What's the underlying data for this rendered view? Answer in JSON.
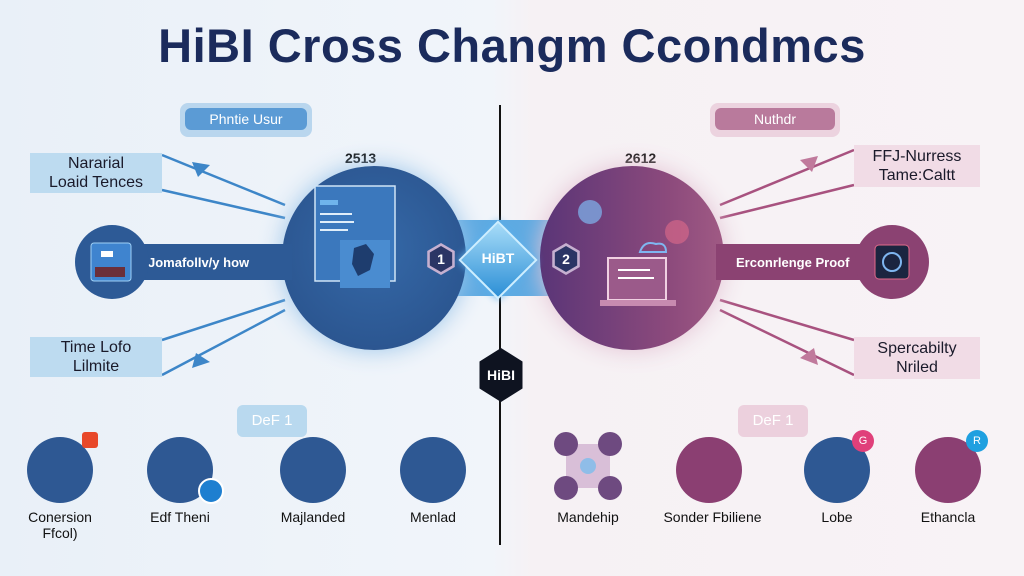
{
  "title": "HiBI Cross Changm Ccondmcs",
  "left": {
    "header_pill": "Phntie Usur",
    "year": "2513",
    "top_box": [
      "Nararial",
      "Loaid Tences"
    ],
    "bottom_box": [
      "Time Lofo",
      "Lilmite"
    ],
    "bar_label": "Jomafollv/y how",
    "step": "1",
    "tag": "DeF 1",
    "icons": [
      {
        "label": [
          "Conersion",
          "Ffcol)"
        ]
      },
      {
        "label": [
          "Edf Theni"
        ]
      },
      {
        "label": [
          "Majlanded"
        ]
      },
      {
        "label": [
          "Menlad"
        ]
      }
    ]
  },
  "right": {
    "header_pill": "Nuthdr",
    "year": "2612",
    "top_box": [
      "FFJ-Nurress",
      "Tame:Caltt"
    ],
    "bottom_box": [
      "Spercabilty",
      "Nriled"
    ],
    "bar_label": "Erconrlenge Proof",
    "step": "2",
    "tag": "DeF 1",
    "icons": [
      {
        "label": [
          "Mandehip"
        ]
      },
      {
        "label": [
          "Sonder Fbiliene"
        ]
      },
      {
        "label": [
          "Lobe"
        ],
        "badge": "G"
      },
      {
        "label": [
          "Ethancla"
        ],
        "badge": "R"
      }
    ]
  },
  "center": {
    "diamond": "HiBT",
    "hex_badge": "HiBI"
  },
  "colors": {
    "blue": "#2d5a96",
    "purple": "#7a3f78",
    "navy": "#1b2b5c"
  }
}
